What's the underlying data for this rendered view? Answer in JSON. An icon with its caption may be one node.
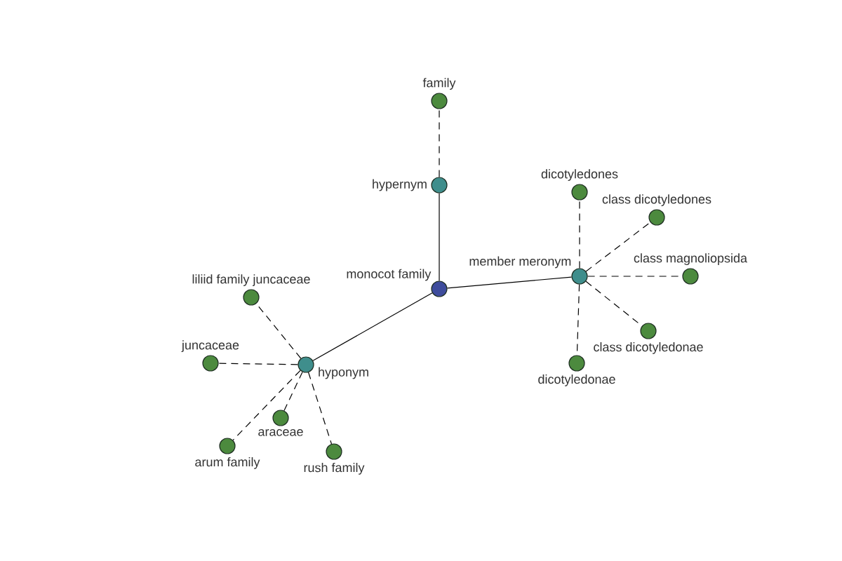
{
  "diagram": {
    "nodes": [
      {
        "text": [
          "family"
        ]
      },
      {
        "text": [
          "hypernym"
        ]
      },
      {
        "text": [
          "dicotyledones"
        ]
      },
      {
        "text": [
          "class dicotyledones"
        ]
      },
      {
        "text": [
          "member meronym"
        ]
      },
      {
        "text": [
          "class magnoliopsida"
        ]
      },
      {
        "text": [
          "monocot family"
        ]
      },
      {
        "text": [
          "liliid family juncaceae"
        ]
      },
      {
        "text": [
          "class dicotyledonae"
        ]
      },
      {
        "text": [
          "juncaceae"
        ]
      },
      {
        "text": [
          "hyponym"
        ]
      },
      {
        "text": [
          "dicotyledonae"
        ]
      },
      {
        "text": [
          "araceae"
        ]
      },
      {
        "text": [
          "arum family"
        ]
      },
      {
        "text": [
          "rush family"
        ]
      }
    ],
    "edges": [
      {
        "from": 6,
        "to": 1,
        "arrow": "none"
      },
      {
        "from": 1,
        "to": 0,
        "arrow": "none",
        "style": "dashed"
      },
      {
        "from": 6,
        "to": 4,
        "arrow": "none"
      },
      {
        "from": 4,
        "to": 2,
        "arrow": "none",
        "style": "dashed"
      },
      {
        "from": 4,
        "to": 3,
        "arrow": "none",
        "style": "dashed"
      },
      {
        "from": 4,
        "to": 5,
        "arrow": "none",
        "style": "dashed"
      },
      {
        "from": 4,
        "to": 8,
        "arrow": "none",
        "style": "dashed"
      },
      {
        "from": 4,
        "to": 11,
        "arrow": "none",
        "style": "dashed"
      },
      {
        "from": 6,
        "to": 10,
        "arrow": "none"
      },
      {
        "from": 10,
        "to": 7,
        "arrow": "none",
        "style": "dashed"
      },
      {
        "from": 10,
        "to": 9,
        "arrow": "none",
        "style": "dashed"
      },
      {
        "from": 10,
        "to": 12,
        "arrow": "none",
        "style": "dashed"
      },
      {
        "from": 10,
        "to": 13,
        "arrow": "none",
        "style": "dashed"
      },
      {
        "from": 10,
        "to": 14,
        "arrow": "none",
        "style": "dashed"
      }
    ]
  }
}
